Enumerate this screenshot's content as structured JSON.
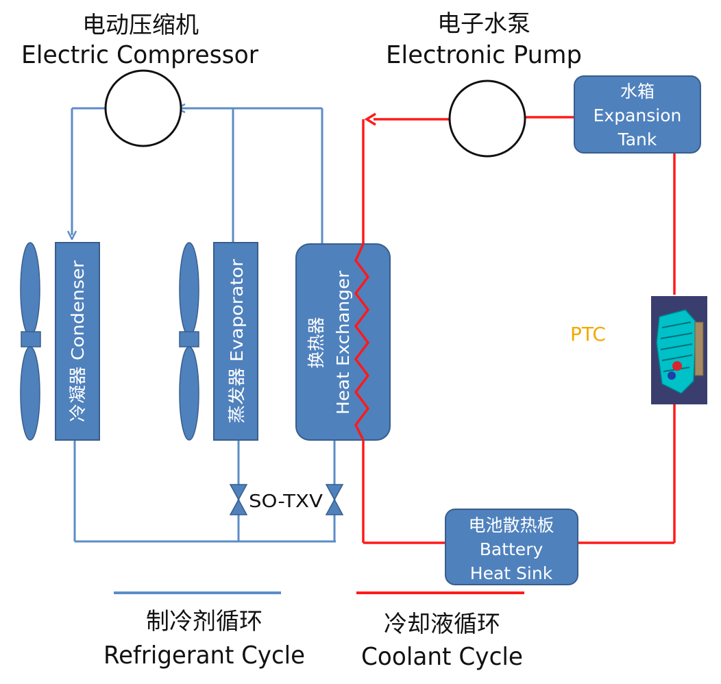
{
  "colors": {
    "refrigerant_line": "#5b8cc6",
    "coolant_line": "#ff1a1a",
    "box_fill": "#4f81bd",
    "box_stroke": "#385d8a",
    "box_text": "#ffffff",
    "ptc_label": "#f2a900",
    "ptc_device": "#00c0c8"
  },
  "compressor": {
    "label_cn": "电动压缩机",
    "label_en": "Electric Compressor"
  },
  "pump": {
    "label_cn": "电子水泵",
    "label_en": "Electronic Pump"
  },
  "expansion_tank": {
    "label_cn": "水箱",
    "label_en_1": "Expansion",
    "label_en_2": "Tank"
  },
  "condenser": {
    "label": "冷凝器 Condenser"
  },
  "evaporator": {
    "label": "蒸发器 Evaporator"
  },
  "heat_exchanger": {
    "label_cn": "换热器",
    "label_en": "Heat Exchanger"
  },
  "valve": {
    "label": "SO-TXV"
  },
  "ptc": {
    "label": "PTC"
  },
  "battery_sink": {
    "label_cn": "电池散热板",
    "label_en_1": "Battery",
    "label_en_2": "Heat Sink"
  },
  "legend": {
    "refrigerant": {
      "label_cn": "制冷剂循环",
      "label_en": "Refrigerant Cycle"
    },
    "coolant": {
      "label_cn": "冷却液循环",
      "label_en": "Coolant Cycle"
    }
  }
}
